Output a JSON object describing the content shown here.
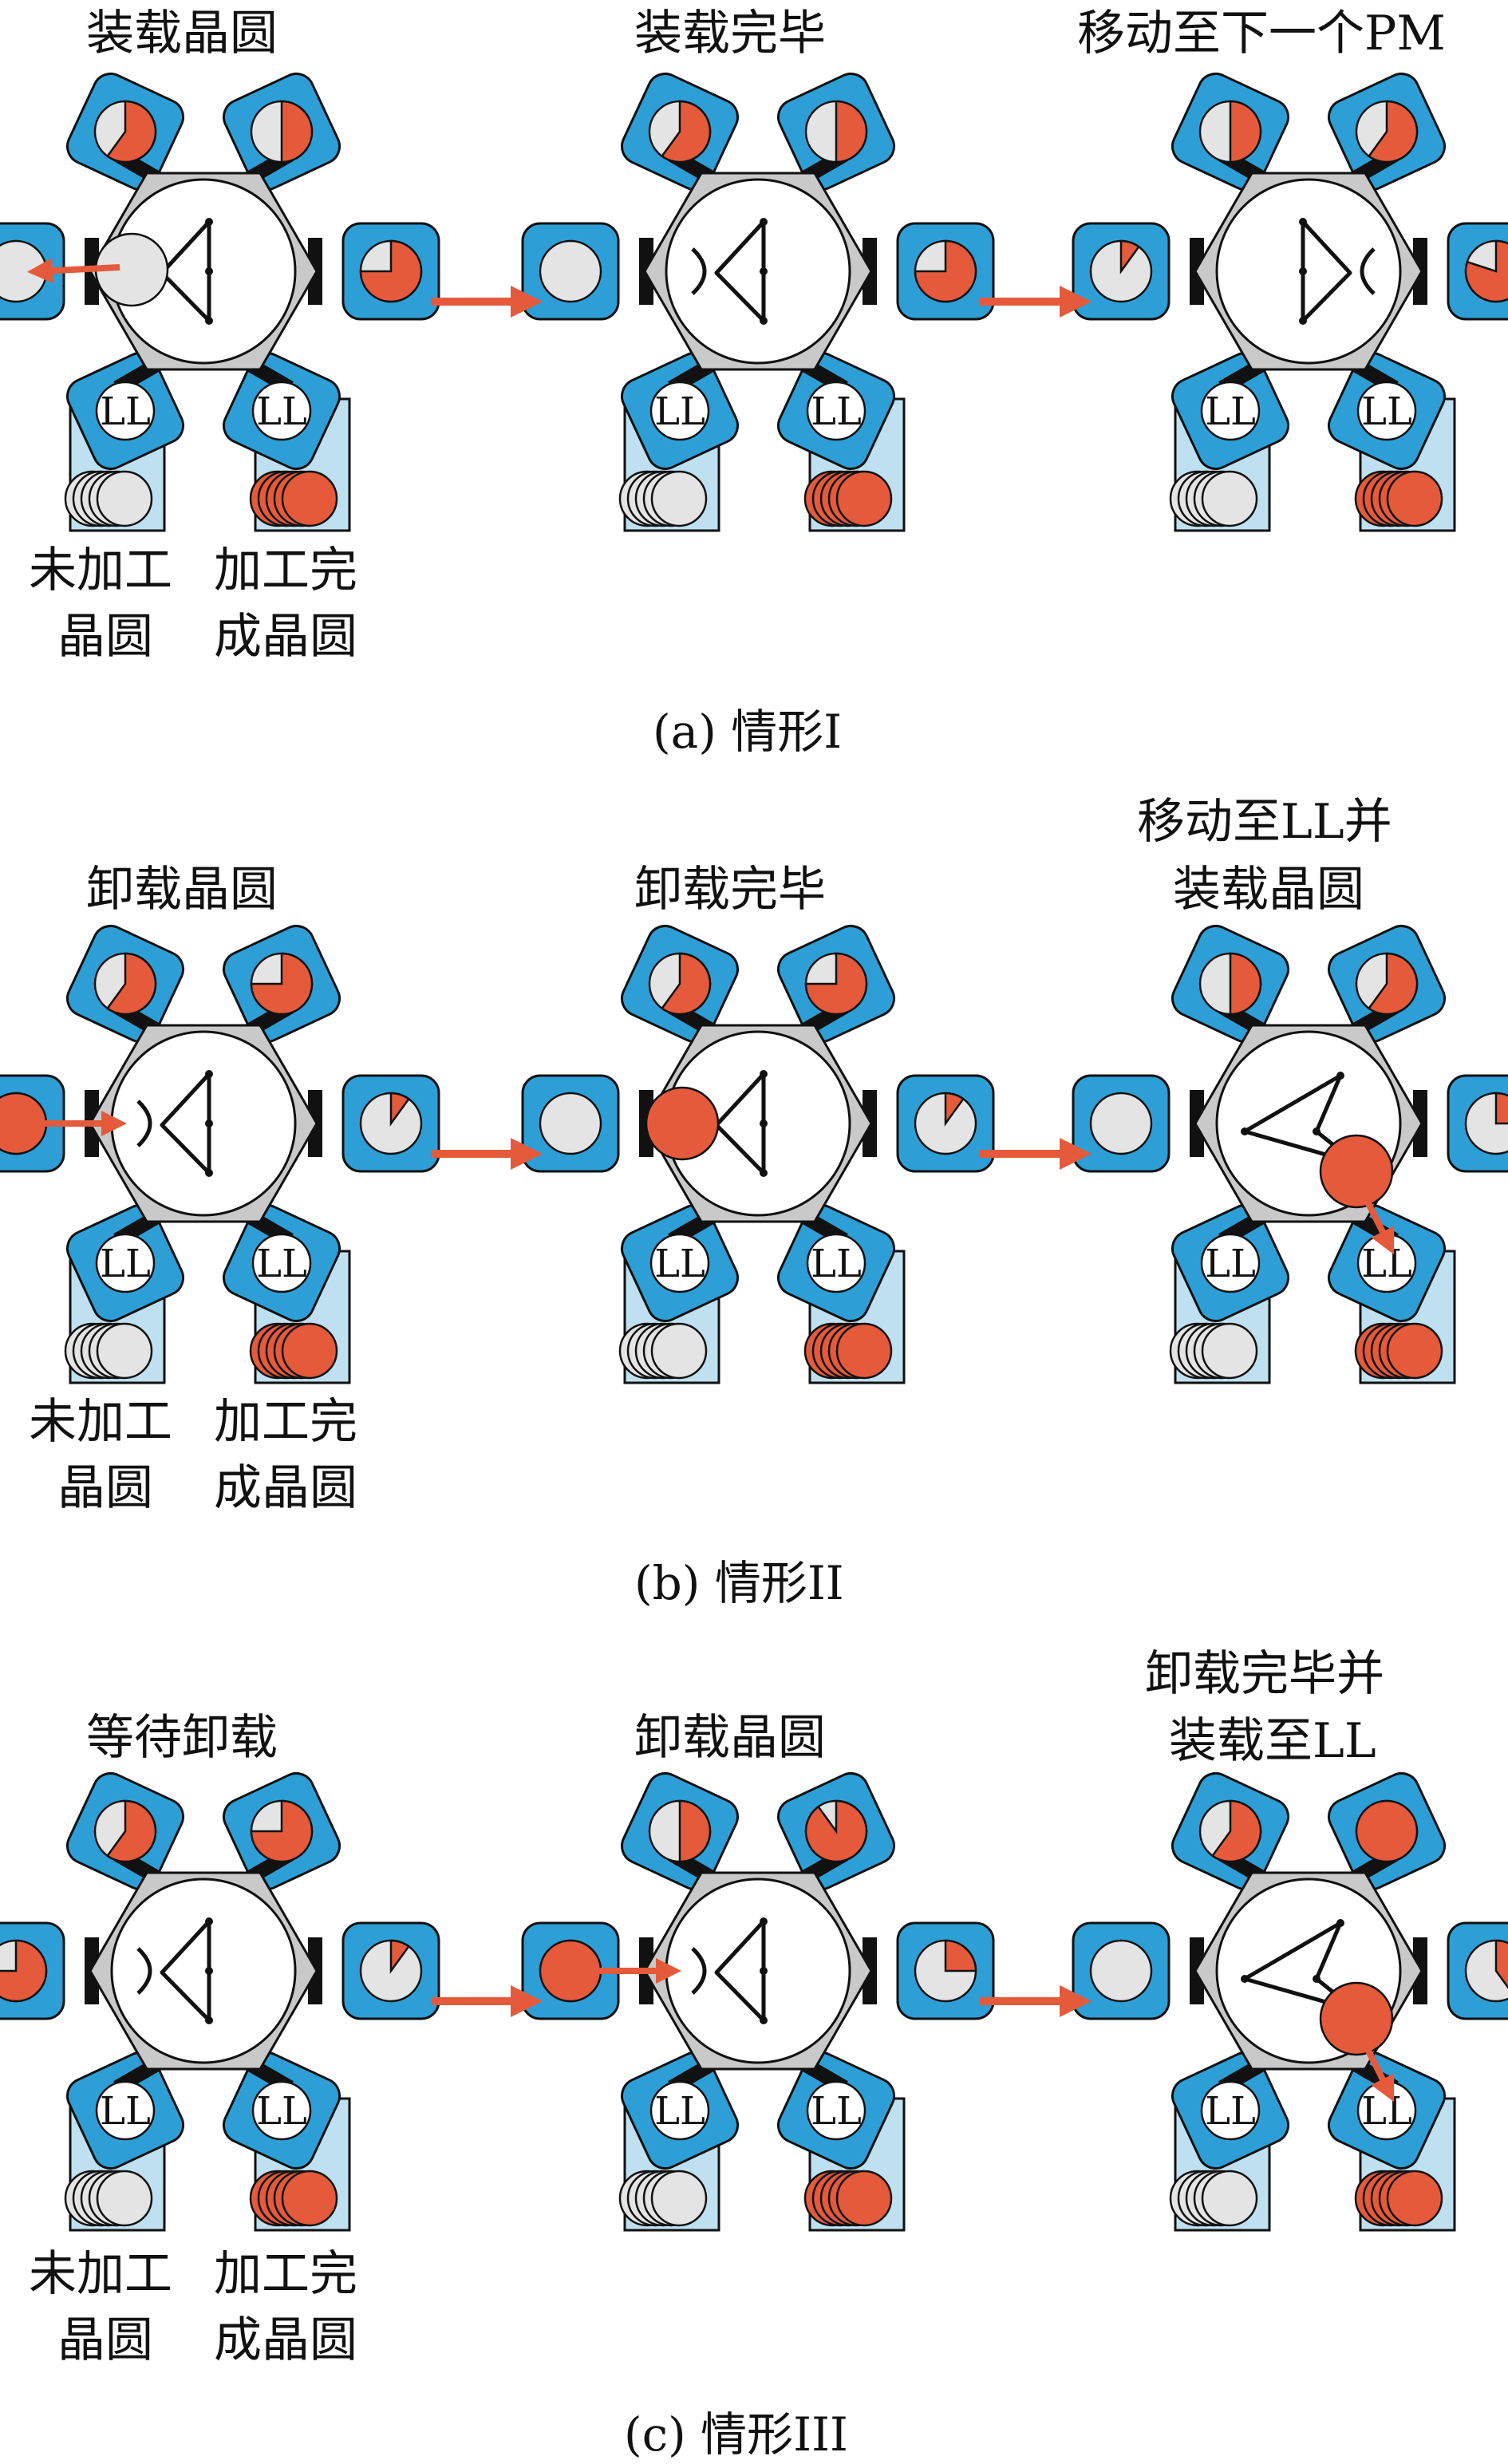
{
  "colors": {
    "accent_red": "#e45a3b",
    "chamber_blue": "#2d9fd6",
    "lightblue": "#bfe0f0",
    "hex_gray": "#c9c9c9",
    "wafer_gray": "#e4e4e4"
  },
  "labels": {
    "ll": "LL",
    "unprocessed": [
      "未加工",
      "晶圆"
    ],
    "processed": [
      "加工完",
      "成晶圆"
    ]
  },
  "rows": [
    {
      "caption": "(a) 情形I",
      "panels": [
        {
          "title": [
            "装载晶圆"
          ],
          "pm": [
            0.6,
            0.5,
            0.0,
            0.75
          ],
          "robot": "left",
          "wafer": "left-load",
          "arrow": "left-out"
        },
        {
          "title": [
            "装载完毕"
          ],
          "pm": [
            0.6,
            0.5,
            0.0,
            0.75
          ],
          "robot": "left",
          "wafer": "none",
          "arrow": "none"
        },
        {
          "title": [
            "移动至下一个PM"
          ],
          "pm": [
            0.5,
            0.6,
            0.1,
            0.8
          ],
          "robot": "right",
          "wafer": "none",
          "arrow": "none"
        }
      ]
    },
    {
      "caption": "(b) 情形II",
      "panels": [
        {
          "title": [
            "卸载晶圆"
          ],
          "pm": [
            0.6,
            0.75,
            1.0,
            0.1
          ],
          "robot": "left",
          "wafer": "left-pm",
          "arrow": "left-in"
        },
        {
          "title": [
            "卸载完毕"
          ],
          "pm": [
            0.6,
            0.75,
            0.0,
            0.1
          ],
          "robot": "left",
          "wafer": "left-held",
          "arrow": "none"
        },
        {
          "title": [
            "移动至LL并",
            "装载晶圆"
          ],
          "pm": [
            0.5,
            0.6,
            0.0,
            0.25
          ],
          "robot": "down",
          "wafer": "down-held",
          "arrow": "down-out"
        }
      ]
    },
    {
      "caption": "(c) 情形III",
      "panels": [
        {
          "title": [
            "等待卸载"
          ],
          "pm": [
            0.6,
            0.75,
            0.75,
            0.1
          ],
          "robot": "left",
          "wafer": "none",
          "arrow": "none"
        },
        {
          "title": [
            "卸载晶圆"
          ],
          "pm": [
            0.5,
            0.9,
            1.0,
            0.25
          ],
          "robot": "left",
          "wafer": "left-pm",
          "arrow": "left-in"
        },
        {
          "title": [
            "卸载完毕并",
            "装载至LL"
          ],
          "pm": [
            0.6,
            1.0,
            0.0,
            0.4
          ],
          "robot": "down",
          "wafer": "down-held",
          "arrow": "down-out"
        }
      ]
    }
  ]
}
